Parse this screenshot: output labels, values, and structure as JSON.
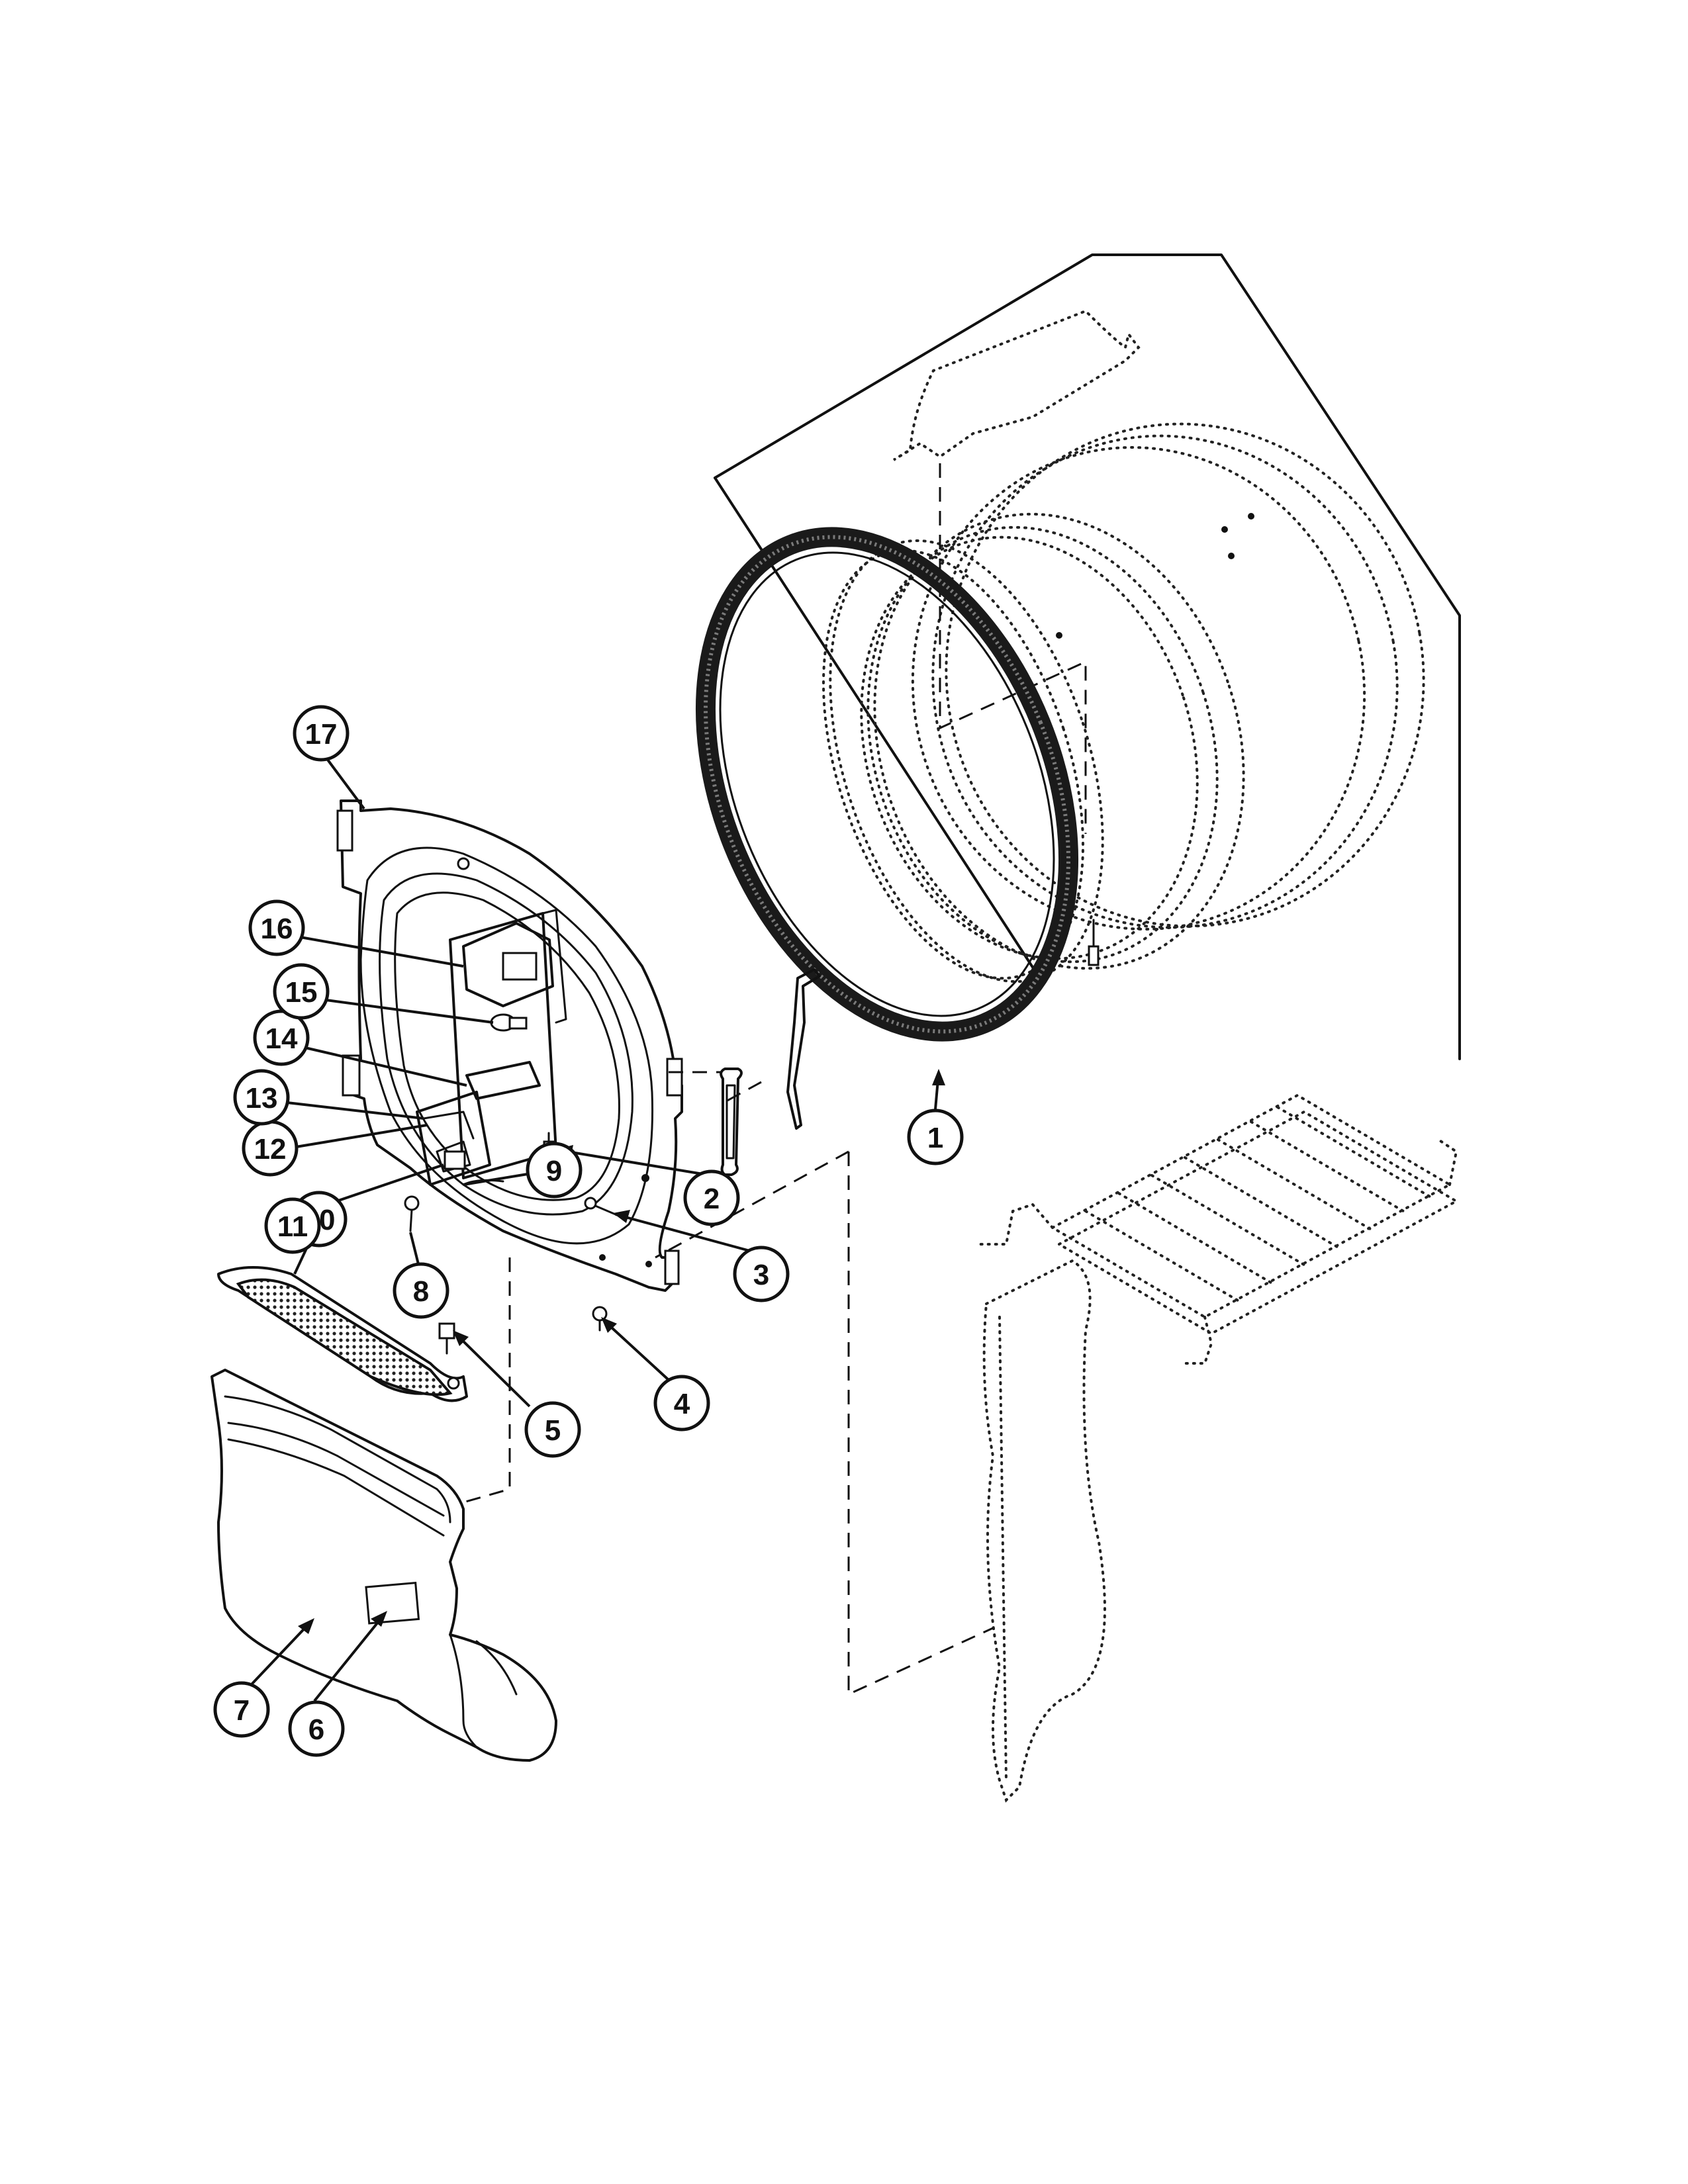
{
  "diagram": {
    "type": "exploded-parts-view",
    "callouts": [
      {
        "label": "1"
      },
      {
        "label": "2"
      },
      {
        "label": "3"
      },
      {
        "label": "4"
      },
      {
        "label": "5"
      },
      {
        "label": "6"
      },
      {
        "label": "7"
      },
      {
        "label": "8"
      },
      {
        "label": "9"
      },
      {
        "label": "10"
      },
      {
        "label": "11"
      },
      {
        "label": "12"
      },
      {
        "label": "13"
      },
      {
        "label": "14"
      },
      {
        "label": "15"
      },
      {
        "label": "16"
      },
      {
        "label": "17"
      }
    ]
  }
}
